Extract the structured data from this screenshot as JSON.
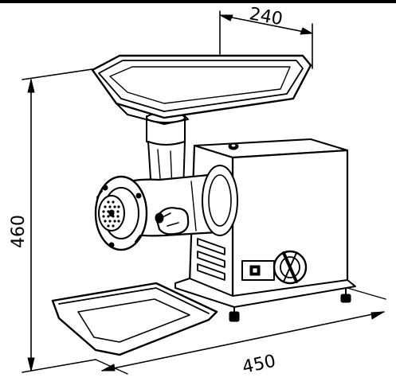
{
  "dimensions": {
    "width_label": "240",
    "height_label": "460",
    "depth_label": "450"
  },
  "colors": {
    "ink": "#000000",
    "paper": "#ffffff"
  }
}
